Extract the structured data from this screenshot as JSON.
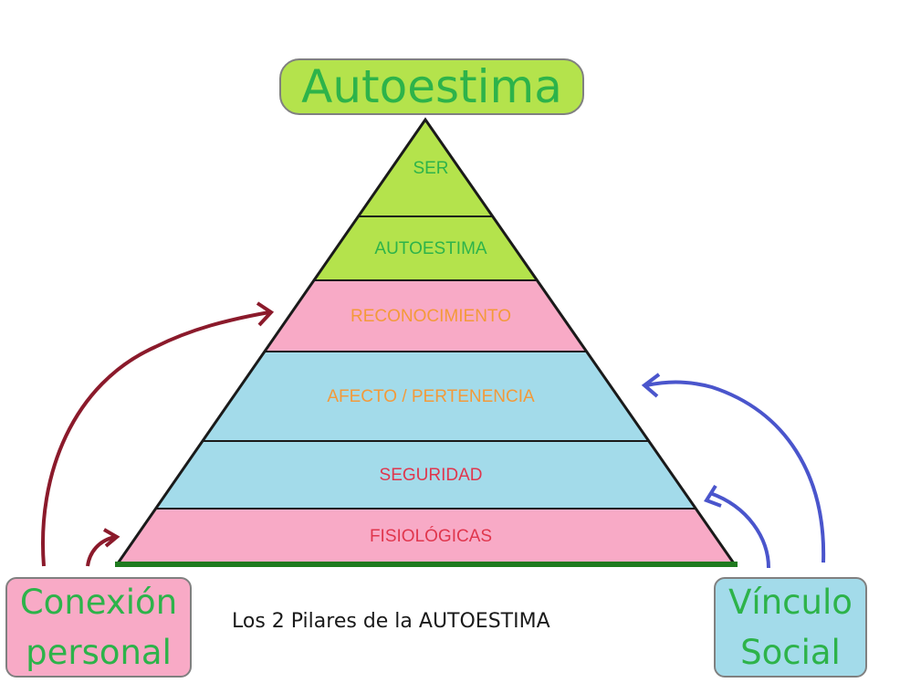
{
  "title": "Autoestima",
  "pyramid": {
    "levels": [
      {
        "label": "SER",
        "fill": "#b4e34c",
        "text_color": "#2db34a"
      },
      {
        "label": "AUTOESTIMA",
        "fill": "#b4e34c",
        "text_color": "#2db34a"
      },
      {
        "label": "RECONOCIMIENTO",
        "fill": "#f8aac6",
        "text_color": "#f39a3a"
      },
      {
        "label": "AFECTO / PERTENENCIA",
        "fill": "#a3dbea",
        "text_color": "#f39a3a"
      },
      {
        "label": "SEGURIDAD",
        "fill": "#a3dbea",
        "text_color": "#e0364d"
      },
      {
        "label": "FISIOLÓGICAS",
        "fill": "#f8aac6",
        "text_color": "#e0364d"
      }
    ]
  },
  "pillars": {
    "left": {
      "label": "Conexión\npersonal",
      "fill": "#f8aac6",
      "arrow_color": "#8b1a2b"
    },
    "right": {
      "label": "Vínculo\nSocial",
      "fill": "#a3dbea",
      "arrow_color": "#4a55cc"
    }
  },
  "caption": "Los 2 Pilares de la AUTOESTIMA",
  "colors": {
    "outline": "#1a1a1a",
    "base_line": "#1f7a1f",
    "label_text": "#2db34a"
  }
}
